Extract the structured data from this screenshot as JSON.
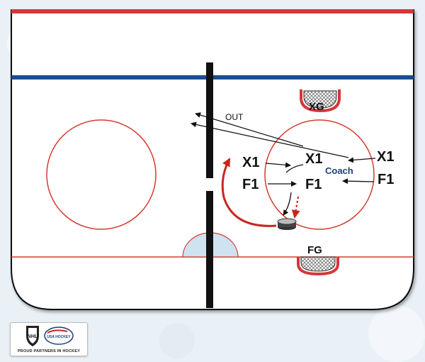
{
  "labels": {
    "out": "OUT",
    "xg": "XG",
    "fg": "FG",
    "x1_left": "X1",
    "x1_center": "X1",
    "x1_right": "X1",
    "f1_left": "F1",
    "f1_center": "F1",
    "f1_right": "F1",
    "coach": "Coach"
  },
  "logo": {
    "caption": "PROUD PARTNERS IN HOCKEY",
    "nhl_text": "NHL",
    "usa_text": "USA HOCKEY"
  },
  "colors": {
    "board_red": "#d6363a",
    "blue_line": "#1b4d8f",
    "circle_red": "#d63a2e",
    "arrow_red": "#c8271f",
    "coach_blue": "#1f3f77",
    "crease": "#cfe2ef"
  }
}
